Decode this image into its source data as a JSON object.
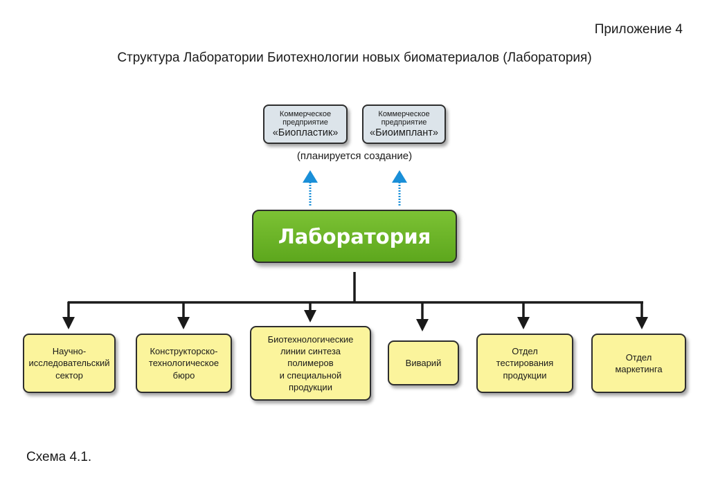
{
  "header": {
    "appendix": "Приложение 4",
    "title": "Структура Лаборатории Биотехнологии новых биоматериалов (Лаборатория)"
  },
  "planned": {
    "boxes": [
      {
        "line1": "Коммерческое",
        "line2": "предприятие",
        "name": "«Биопластик»"
      },
      {
        "line1": "Коммерческое",
        "line2": "предприятие",
        "name": "«Биоимплант»"
      }
    ],
    "note": "(планируется создание)"
  },
  "lab": {
    "label": "Лаборатория"
  },
  "units": [
    {
      "label": "Научно-\nисследовательский\nсектор"
    },
    {
      "label": "Конструкторско-\nтехнологическое\nбюро"
    },
    {
      "label": "Биотехнологические\nлинии синтеза\nполимеров\nи специальной\nпродукции"
    },
    {
      "label": "Виварий"
    },
    {
      "label": "Отдел\nтестирования\nпродукции"
    },
    {
      "label": "Отдел\nмаркетинга"
    }
  ],
  "footer": {
    "scheme": "Схема 4.1."
  },
  "colors": {
    "lab_fill": "#6bb527",
    "unit_fill": "#fbf49c",
    "planned_fill": "#dce4ea",
    "arrow_dotted": "#1a8fd8",
    "connector": "#1a1a1a"
  }
}
